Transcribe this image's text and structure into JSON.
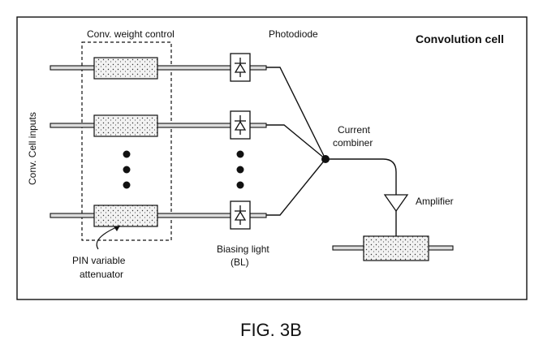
{
  "labels": {
    "weight_control": "Conv. weight control",
    "photodiode": "Photodiode",
    "cell_title": "Convolution cell",
    "inputs": "Conv. Cell inputs",
    "current_combiner_line1": "Current",
    "current_combiner_line2": "combiner",
    "amplifier": "Amplifier",
    "biasing_line1": "Biasing light",
    "biasing_line2": "(BL)",
    "pin_line1": "PIN variable",
    "pin_line2": "attenuator",
    "figure_caption": "FIG. 3B"
  },
  "colors": {
    "ink": "#111111",
    "rail_fill": "#dcdcdc",
    "background": "#ffffff"
  },
  "icons": [
    "photodiode-icon",
    "amplifier-icon",
    "junction-dot-icon"
  ]
}
